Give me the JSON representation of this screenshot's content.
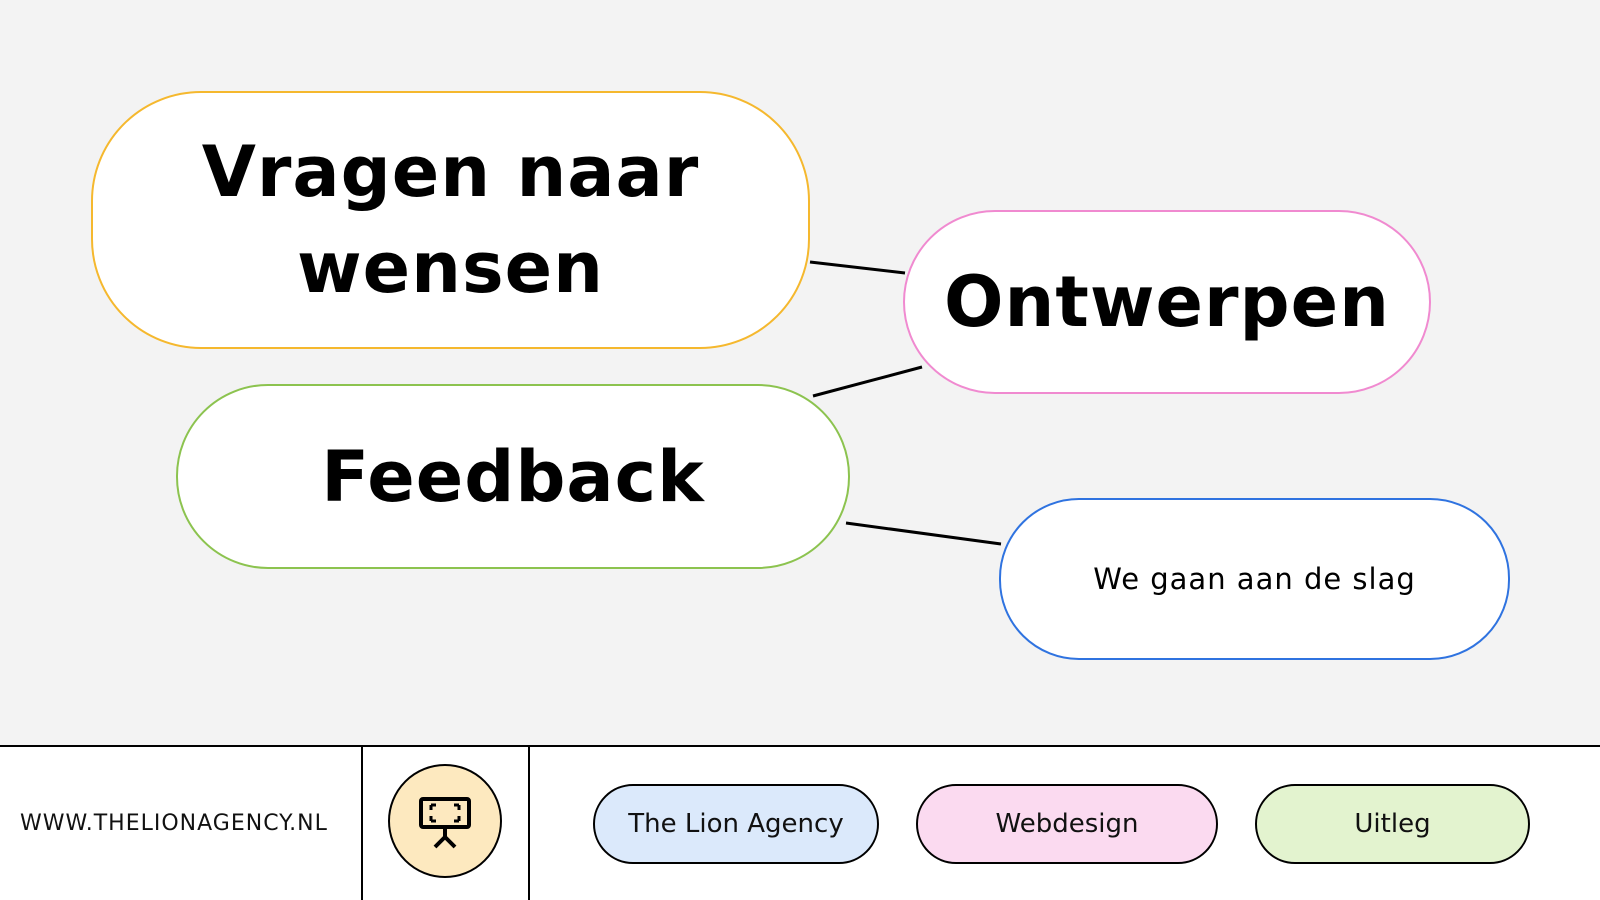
{
  "diagram": {
    "nodes": [
      {
        "id": "vragen",
        "lines": [
          "Vragen naar",
          "wensen"
        ],
        "border_color": "#f5b82e"
      },
      {
        "id": "ontwerpen",
        "label": "Ontwerpen",
        "border_color": "#f08ad0"
      },
      {
        "id": "feedback",
        "label": "Feedback",
        "border_color": "#8cc34f"
      },
      {
        "id": "slag",
        "label": "We gaan aan de slag",
        "border_color": "#2f73e0"
      }
    ],
    "connections": [
      {
        "from": "vragen",
        "to": "ontwerpen"
      },
      {
        "from": "ontwerpen",
        "to": "feedback"
      },
      {
        "from": "feedback",
        "to": "slag"
      }
    ]
  },
  "footer": {
    "website": "WWW.THELIONAGENCY.NL",
    "icon": "presentation-board-icon",
    "tags": [
      {
        "label": "The Lion Agency",
        "color": "#dbe9fb"
      },
      {
        "label": "Webdesign",
        "color": "#fbdaf0"
      },
      {
        "label": "Uitleg",
        "color": "#e3f3cf"
      }
    ]
  }
}
